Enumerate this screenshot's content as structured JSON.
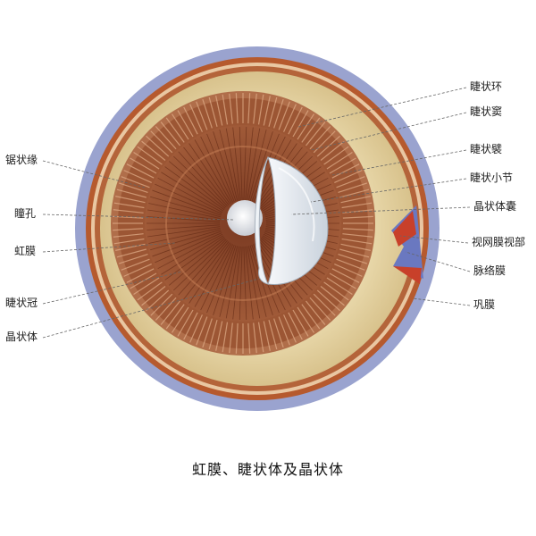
{
  "labels": {
    "ciliary_ring": "睫状环",
    "ciliary_sinus": "睫状窦",
    "ciliary_fold": "睫状襞",
    "ciliary_zonule": "睫状小节",
    "lens_capsule": "晶状体囊",
    "ora_serrata_retina": "视网膜视部",
    "choroid": "脉络膜",
    "sclera": "巩膜",
    "ora_serrata": "锯状缘",
    "pupil": "瞳孔",
    "iris": "虹膜",
    "ciliary_corona": "睫状冠",
    "lens": "晶状体"
  },
  "caption": "虹膜、睫状体及晶状体",
  "colors": {
    "sclera": "#9aa3cf",
    "outer_rim": "#b65a2e",
    "ciliary_band": "#e8d6a6",
    "corona": "#a86a4a",
    "iris": "#8a4a2a",
    "pupil": "#d9dde2",
    "lens": "#e6ecf2"
  }
}
